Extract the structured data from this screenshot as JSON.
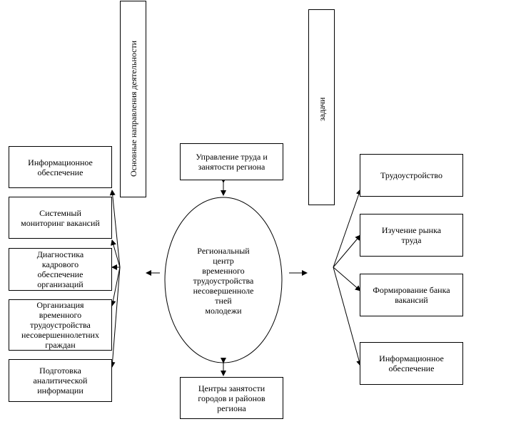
{
  "vertical_labels": {
    "directions": "Основные направления деятельности",
    "tasks": "задачи"
  },
  "center": {
    "text_lines": [
      "Региональный",
      "центр",
      "временного",
      "трудоустройства",
      "несовершенноле",
      "тней",
      "молодежи"
    ]
  },
  "top_box": {
    "lines": [
      "Управление труда и",
      "занятости региона"
    ]
  },
  "bottom_box": {
    "lines": [
      "Центры занятости",
      "городов и районов",
      "региона"
    ]
  },
  "left_boxes": [
    {
      "lines": [
        "Информационное",
        "обеспечение"
      ]
    },
    {
      "lines": [
        "Системный",
        "мониторинг вакансий"
      ]
    },
    {
      "lines": [
        "Диагностика",
        "кадрового",
        "обеспечение",
        "организаций"
      ]
    },
    {
      "lines": [
        "Организация",
        "временного",
        "трудоустройства",
        "несовершеннолетних",
        "граждан"
      ]
    },
    {
      "lines": [
        "Подготовка",
        "аналитической",
        "информации"
      ]
    }
  ],
  "right_boxes": [
    {
      "lines": [
        "Трудоустройство"
      ]
    },
    {
      "lines": [
        "Изучение рынка",
        "труда"
      ]
    },
    {
      "lines": [
        "Формирование банка",
        "вакансий"
      ]
    },
    {
      "lines": [
        "Информационное",
        "обеспечение"
      ]
    }
  ]
}
